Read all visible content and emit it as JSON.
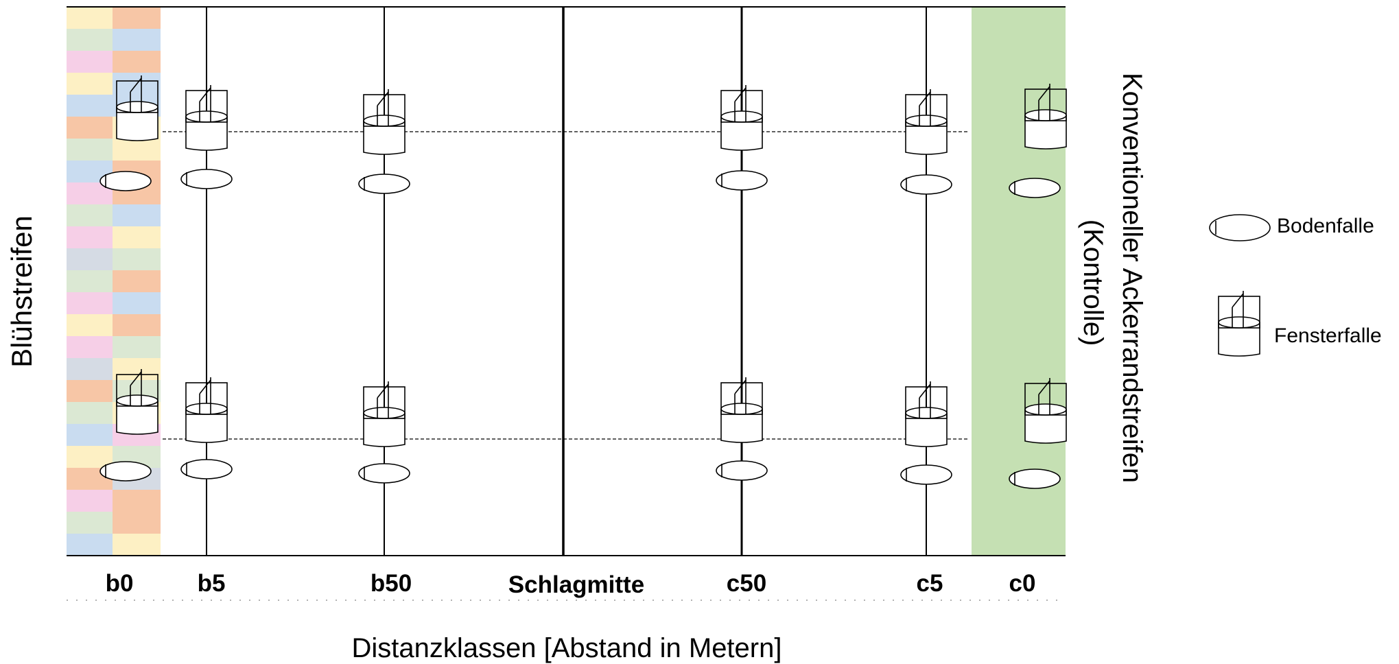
{
  "left_label": "Blühstreifen",
  "right_label": {
    "line1": "Konventioneller Ackerrandstreifen",
    "line2": "(Kontrolle)"
  },
  "x_axis_title": "Distanzklassen [Abstand in Metern]",
  "distance_classes": [
    "b0",
    "b5",
    "b50",
    "Schlagmitte",
    "c50",
    "c5",
    "c0"
  ],
  "legend": {
    "pitfall_trap": "Bodenfalle",
    "window_trap": "Fensterfalle"
  },
  "colors": {
    "flower_strip": [
      "#fdf0c4",
      "#f7c6a6",
      "#c9dcf0",
      "#f6cfe7",
      "#dbe8d3",
      "#d5dbe4"
    ],
    "control_strip": "#c5e0b3",
    "line": "#000000"
  },
  "icons": {
    "pitfall_trap": "ellipse-icon",
    "window_trap": "cylinder-with-panes-icon"
  }
}
